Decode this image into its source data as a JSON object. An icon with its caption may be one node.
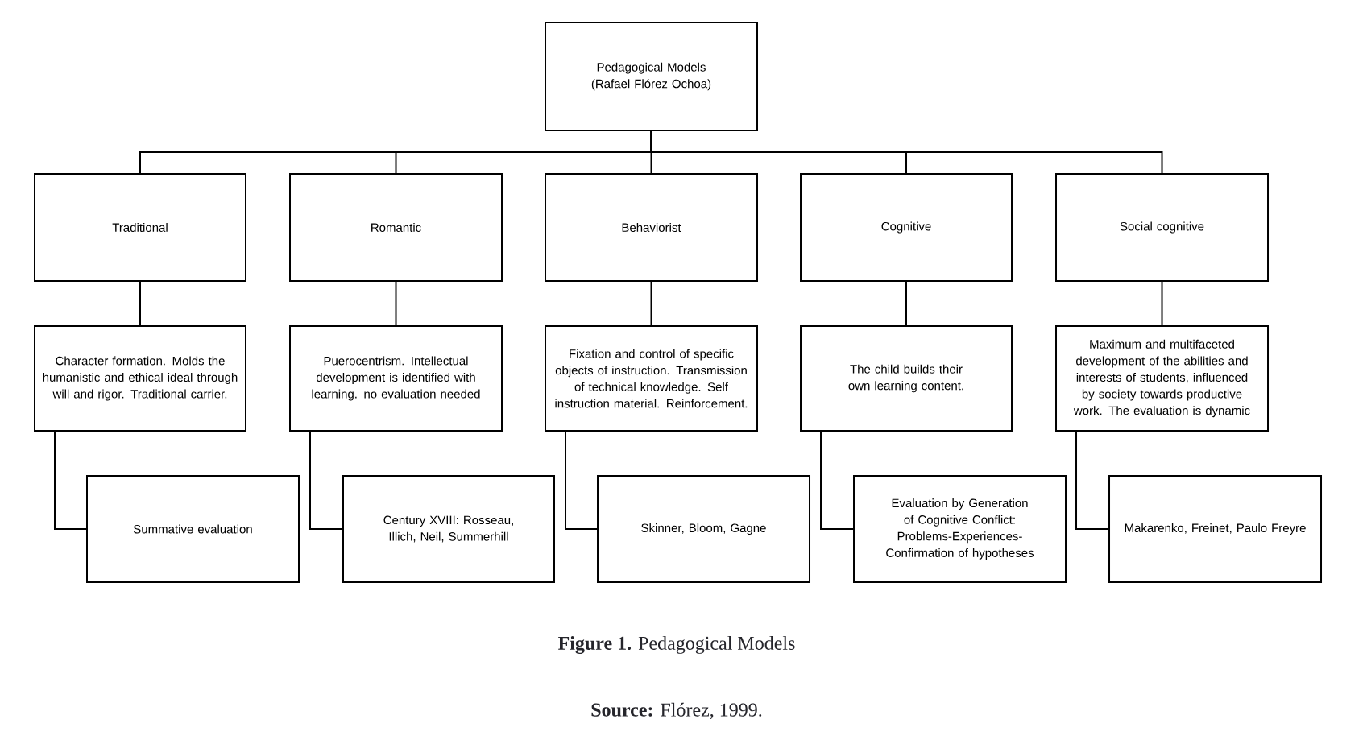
{
  "diagram": {
    "caption": "**Figure 1.** Pedagogical Models",
    "nodes": [
      {
        "text": [
          "Pedagogical Models (Rafael Flórez Ochoa)"
        ]
      },
      {
        "text": [
          "Traditional"
        ]
      },
      {
        "text": [
          "Romantic"
        ]
      },
      {
        "text": [
          "Behaviorist"
        ]
      },
      {
        "text": [
          "Cognitive"
        ]
      },
      {
        "text": [
          "Social cognitive"
        ]
      },
      {
        "text": [
          "Character formation. Molds the humanistic and ethical ideal through will and rigor. Traditional carrier."
        ]
      },
      {
        "text": [
          "Puerocentrism. Intellectual development is identified with learning. no evaluation needed"
        ]
      },
      {
        "text": [
          "Fixation and control of specific objects of instruction. Transmission of technical knowledge. Self instruction material. Reinforcement."
        ]
      },
      {
        "text": [
          "The child builds their own learning content."
        ]
      },
      {
        "text": [
          "Maximum and multifaceted development of the abilities and interests of students, influenced by society towards productive work. The evaluation is dynamic"
        ]
      },
      {
        "text": [
          "Summative evaluation"
        ]
      },
      {
        "text": [
          "Century XVIII: Rosseau, Illich, Neil, Summerhill"
        ]
      },
      {
        "text": [
          "Skinner, Bloom, Gagne"
        ]
      },
      {
        "text": [
          "Evaluation by Generation of Cognitive Conflict: Problems-Experiences-Confirmation of hypotheses"
        ]
      },
      {
        "text": [
          "Makarenko, Freinet, Paulo Freyre"
        ]
      }
    ],
    "edges": [
      {
        "from": 0,
        "to": 1,
        "arrow": "none"
      },
      {
        "from": 0,
        "to": 2,
        "arrow": "none"
      },
      {
        "from": 0,
        "to": 3,
        "arrow": "none"
      },
      {
        "from": 0,
        "to": 4,
        "arrow": "none"
      },
      {
        "from": 0,
        "to": 5,
        "arrow": "none"
      },
      {
        "from": 1,
        "to": 6,
        "arrow": "none"
      },
      {
        "from": 2,
        "to": 7,
        "arrow": "none"
      },
      {
        "from": 3,
        "to": 8,
        "arrow": "none"
      },
      {
        "from": 4,
        "to": 9,
        "arrow": "none"
      },
      {
        "from": 5,
        "to": 10,
        "arrow": "none"
      },
      {
        "from": 6,
        "to": 11,
        "arrow": "none"
      },
      {
        "from": 7,
        "to": 12,
        "arrow": "none"
      },
      {
        "from": 8,
        "to": 13,
        "arrow": "none"
      },
      {
        "from": 9,
        "to": 14,
        "arrow": "none"
      },
      {
        "from": 10,
        "to": 15,
        "arrow": "none"
      }
    ],
    "labels": [
      "**Source:** Flórez, 1999."
    ]
  }
}
